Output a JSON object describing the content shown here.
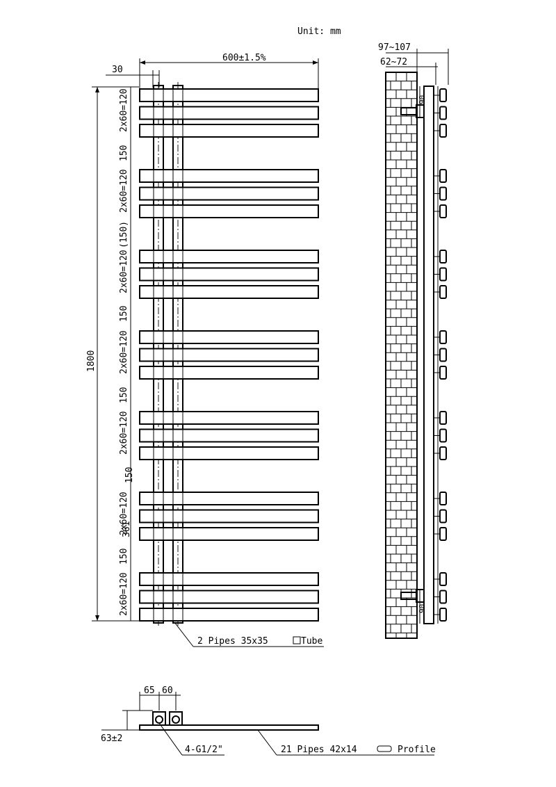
{
  "title": "Unit: mm",
  "front_view": {
    "width_dim": "600±1.5%",
    "offset_dim": "30",
    "height_dim": "1800",
    "group_spacing_labels": [
      "2x60=120",
      "2x60=120",
      "2x60=120",
      "2x60=120",
      "2x60=120",
      "2x60=120",
      "2x60=120"
    ],
    "gap_labels": [
      "150",
      "(150)",
      "150",
      "150",
      "150",
      "150"
    ],
    "inner_label": "361",
    "pipes_callout": "2 Pipes 35x35",
    "tube_label": "Tube"
  },
  "side_view": {
    "depth_outer": "97~107",
    "depth_inner": "62~72",
    "top_bracket_dim": "90",
    "bottom_bracket_dim": "90"
  },
  "bottom_view": {
    "dim_a": "65",
    "dim_b": "60",
    "dim_height": "63±2",
    "fitting_callout": "4-G1/2\"",
    "profile_callout": "21 Pipes 42x14",
    "profile_label": "Profile"
  }
}
